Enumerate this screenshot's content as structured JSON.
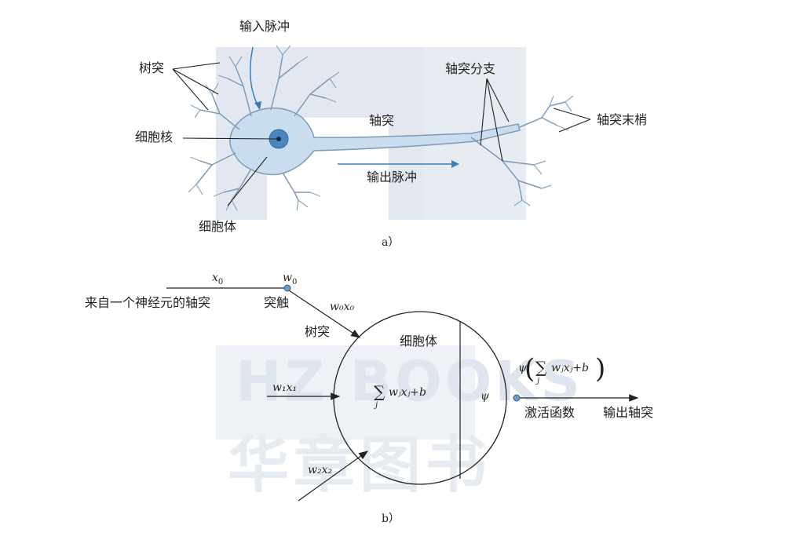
{
  "watermark": {
    "brand": "HZ BOOKS",
    "cn": "华章图书"
  },
  "panel_a": {
    "caption": "a）",
    "labels": {
      "dendrite": "树突",
      "input_pulse": "输入脉冲",
      "nucleus": "细胞核",
      "soma": "细胞体",
      "axon": "轴突",
      "axon_branch": "轴突分支",
      "axon_terminal": "轴突末梢",
      "output_pulse": "输出脉冲"
    }
  },
  "panel_b": {
    "caption": "b）",
    "labels": {
      "from_axon": "来自一个神经元的轴突",
      "synapse": "突触",
      "dendrite": "树突",
      "soma": "细胞体",
      "activation": "激活函数",
      "output_axon": "输出轴突"
    },
    "math": {
      "x0": "x",
      "x0_sub": "0",
      "w0": "w",
      "w0_sub": "0",
      "w0x0": "w₀x₀",
      "w1x1": "w₁x₁",
      "w2x2": "w₂x₂",
      "sum_expr": "wⱼxⱼ+b",
      "sum_index": "j",
      "psi": "ψ",
      "psi_out": "wⱼxⱼ+b"
    }
  },
  "colors": {
    "neuron_fill": "#c9ddee",
    "neuron_stroke": "#7d9bb8",
    "nucleus": "#2f6ea7",
    "arrow_blue": "#3b7fb6",
    "node_blue": "#6a9cc4",
    "watermark": "#dde3ec"
  }
}
